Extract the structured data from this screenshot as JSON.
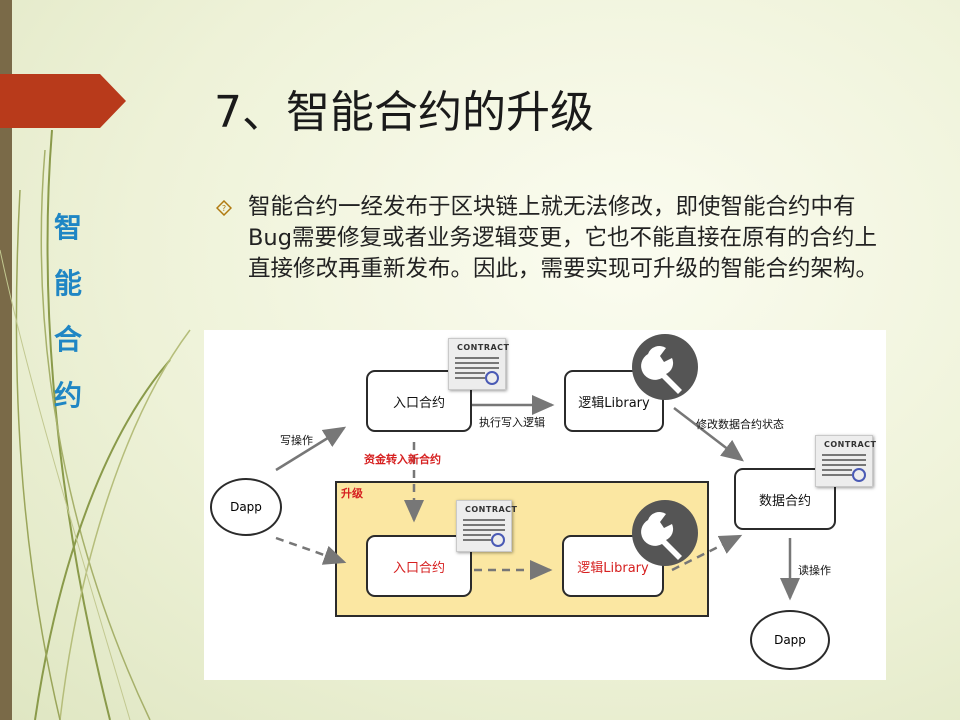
{
  "slide": {
    "title": "7、智能合约的升级",
    "side_label": [
      "智",
      "能",
      "合",
      "约"
    ],
    "body": "智能合约一经发布于区块链上就无法修改，即使智能合约中有Bug需要修复或者业务逻辑变更，它也不能直接在原有的合约上直接修改再重新发布。因此，需要实现可升级的智能合约架构。"
  },
  "diagram": {
    "entry_contract": "入口合约",
    "logic_library": "逻辑Library",
    "data_contract": "数据合约",
    "new_entry_contract": "入口合约",
    "new_logic_library": "逻辑Library",
    "dapp_left": "Dapp",
    "dapp_right": "Dapp",
    "write_op": "写操作",
    "exec_write_logic": "执行写入逻辑",
    "modify_state": "修改数据合约状态",
    "transfer_funds": "资金转入新合约",
    "upgrade": "升级",
    "read_op": "读操作",
    "contract_stamp": "CONTRACT"
  },
  "colors": {
    "title_arrow": "#b83a1b",
    "side_label": "#1f86c4",
    "upgrade_fill": "#fbe7a2",
    "highlight_red": "#d62020"
  }
}
